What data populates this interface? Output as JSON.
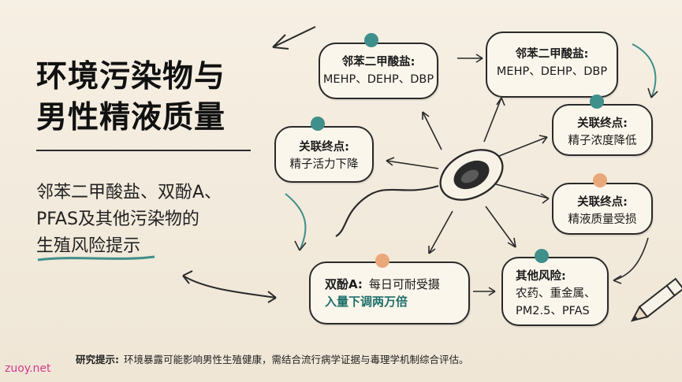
{
  "title_lines": [
    "环境污染物与",
    "男性精液质量"
  ],
  "subtitle_lines": [
    "邻苯二甲酸盐、双酚A、",
    "PFAS及其他污染物的",
    "生殖风险提示"
  ],
  "bubbles": {
    "phthalate_left": {
      "title": "邻苯二甲酸盐:",
      "text": "MEHP、DEHP、DBP"
    },
    "phthalate_right": {
      "title": "邻苯二甲酸盐:",
      "text": "MEHP、DEHP、DBP"
    },
    "motility": {
      "title": "关联终点:",
      "text": "精子活力下降"
    },
    "concentration": {
      "title": "关联终点:",
      "text": "精子浓度降低"
    },
    "semen_quality": {
      "title": "关联终点:",
      "text": "精液质量受损"
    },
    "bpa": {
      "title": "双酚A:",
      "text": "每日可耐受摄",
      "highlight": "入量下调两万倍"
    },
    "other_risks": {
      "title": "其他风险:",
      "text_lines": [
        "农药、重金属、",
        "PM2.5、PFAS"
      ]
    }
  },
  "footer": {
    "label": "研究提示:",
    "text": "环境暴露可能影响男性生殖健康，需结合流行病学证据与毒理学机制综合评估。"
  },
  "watermark": "zuoy.net",
  "colors": {
    "teal": "#3f8f8a",
    "orange": "#e9a87a",
    "highlight_text": "#1e6f6a"
  },
  "icons": [
    "sperm-illustration",
    "pencil-icon",
    "arrow-icon"
  ]
}
